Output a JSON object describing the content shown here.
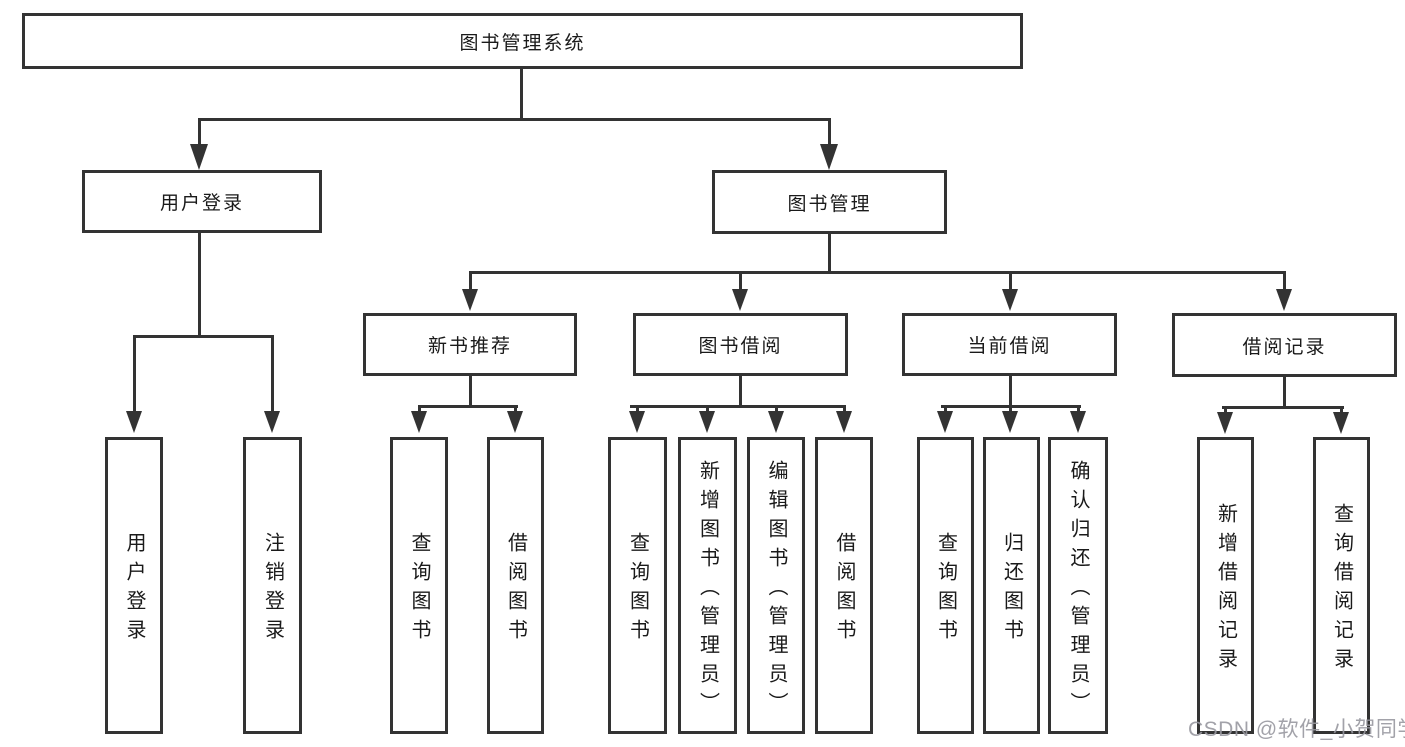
{
  "tree": {
    "root": {
      "label": "图书管理系统"
    },
    "branches": [
      {
        "label": "用户登录",
        "children": [
          {
            "label": "用户登录"
          },
          {
            "label": "注销登录"
          }
        ]
      },
      {
        "label": "图书管理",
        "children": [
          {
            "label": "新书推荐",
            "children": [
              {
                "label": "查询图书"
              },
              {
                "label": "借阅图书"
              }
            ]
          },
          {
            "label": "图书借阅",
            "children": [
              {
                "label": "查询图书"
              },
              {
                "label": "新增图书（管理员）"
              },
              {
                "label": "编辑图书（管理员）"
              },
              {
                "label": "借阅图书"
              }
            ]
          },
          {
            "label": "当前借阅",
            "children": [
              {
                "label": "查询图书"
              },
              {
                "label": "归还图书"
              },
              {
                "label": "确认归还（管理员）"
              }
            ]
          },
          {
            "label": "借阅记录",
            "children": [
              {
                "label": "新增借阅记录"
              },
              {
                "label": "查询借阅记录"
              }
            ]
          }
        ]
      }
    ]
  },
  "watermark": {
    "text": "CSDN @软件_小贺同学"
  },
  "colors": {
    "line": "#333333",
    "text": "#1a1a1a",
    "background": "#ffffff",
    "watermark": "#9898a0"
  }
}
